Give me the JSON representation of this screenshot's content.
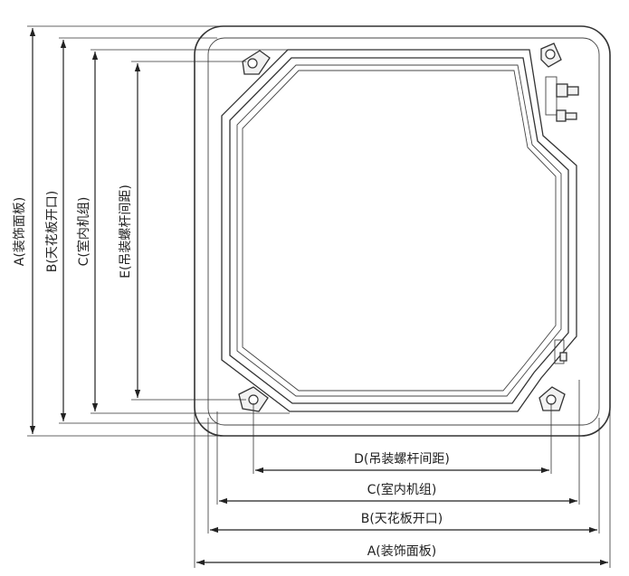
{
  "title": "",
  "dimensions": {
    "A": "A(装饰面板)",
    "B": "B(天花板开口)",
    "C": "C(室内机组)",
    "D": "D(吊装螺杆间距)",
    "E": "E(吊装螺杆间距)"
  },
  "colors": {
    "line": "#333333",
    "background": "#ffffff"
  }
}
